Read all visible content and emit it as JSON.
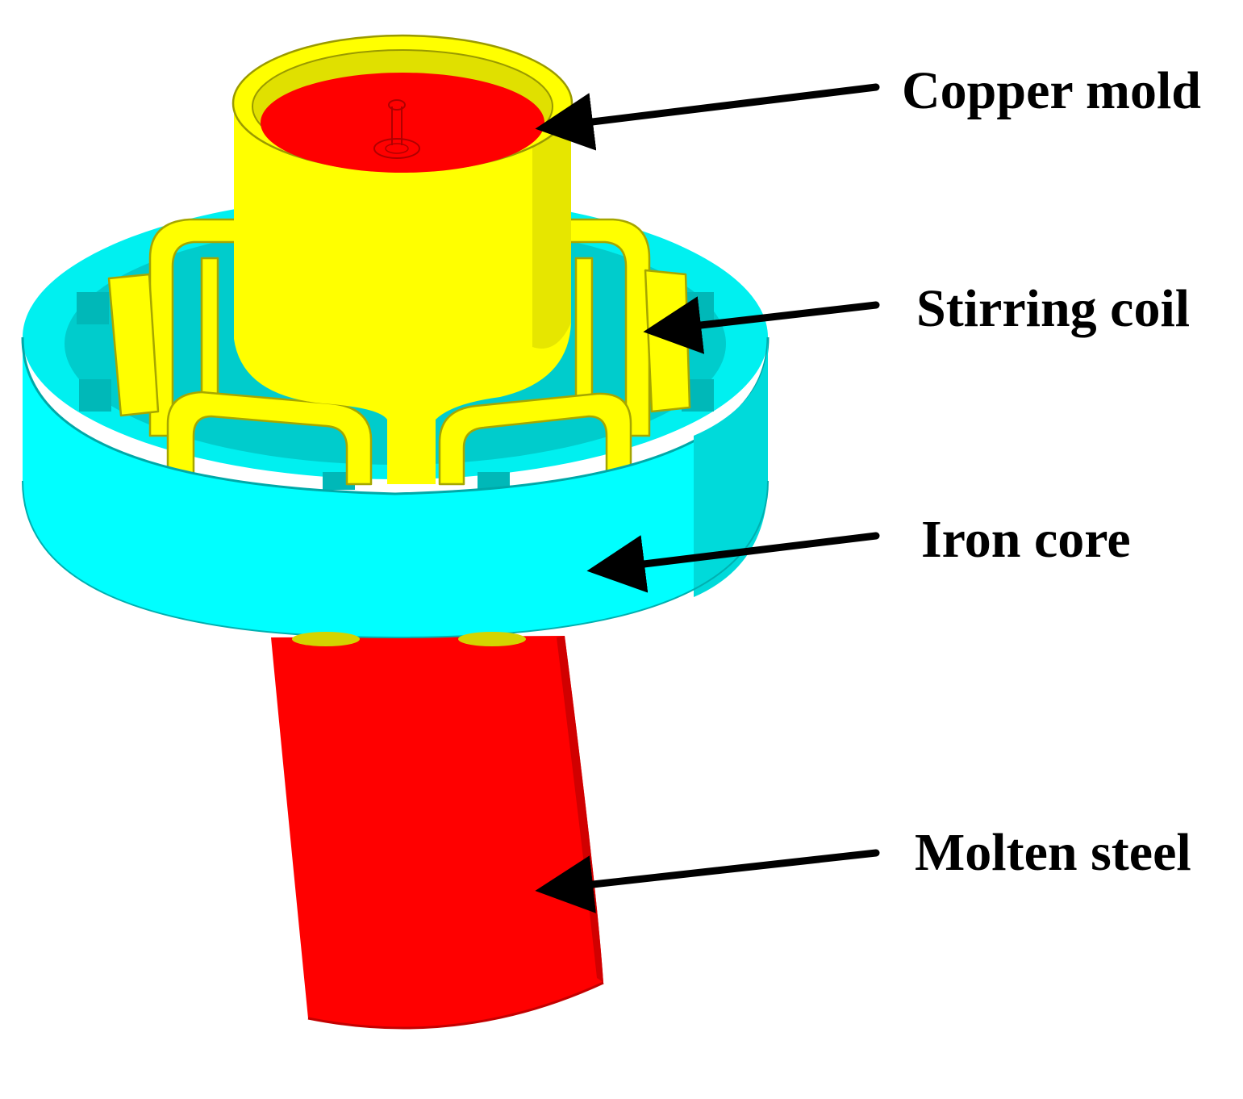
{
  "labels": {
    "copper_mold": "Copper mold",
    "stirring_coil": "Stirring coil",
    "iron_core": "Iron core",
    "molten_steel": "Molten steel"
  },
  "colors": {
    "copper_mold": "#ffff00",
    "stirring_coil": "#ffff00",
    "iron_core": "#00ffff",
    "molten_steel": "#ff0000",
    "arrow": "#000000"
  }
}
